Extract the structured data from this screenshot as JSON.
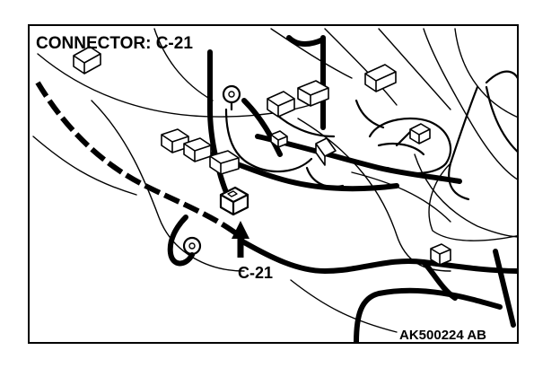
{
  "figure": {
    "title": "CONNECTOR: C-21",
    "callout_label": "C-21",
    "figure_code": "AK500224 AB"
  }
}
